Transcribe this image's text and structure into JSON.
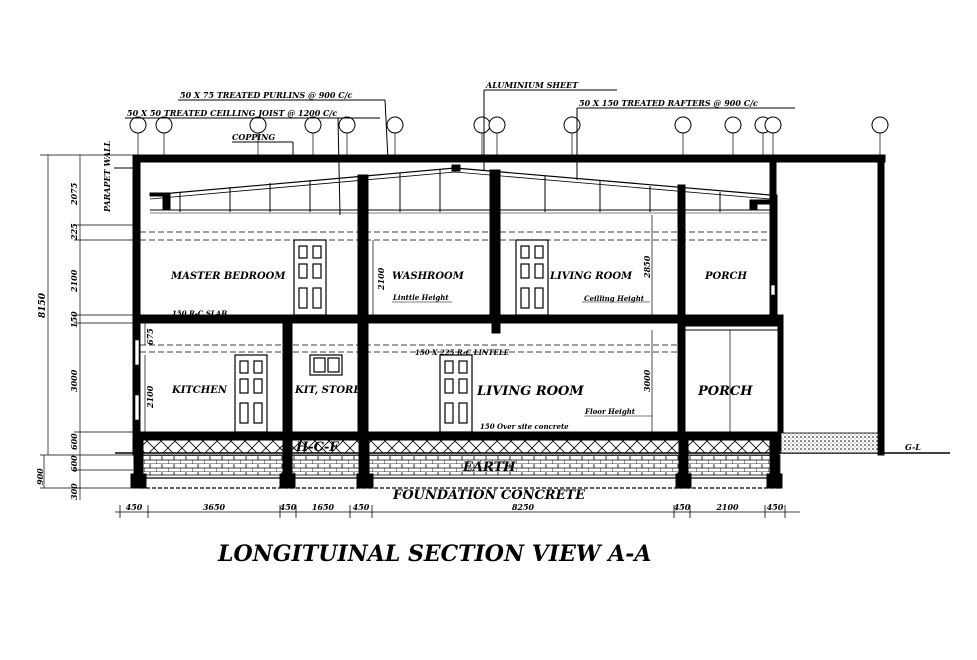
{
  "title": "LONGITUINAL SECTION VIEW A-A",
  "callouts": {
    "purlins": "50 X 75 TREATED PURLINS @ 900 C/c",
    "joist": "50 X 50 TREATED CEILLING JOIST @ 1200 C/c",
    "copping": "COPPING",
    "aluminium": "ALUMINIUM SHEET",
    "rafters": "50 X 150 TREATED RAFTERS @ 900 C/c",
    "parapet": "PARAPET WALL"
  },
  "rooms": {
    "master_bedroom": "MASTER BEDROOM",
    "washroom": "WASHROOM",
    "living_upper": "LIVING ROOM",
    "porch_upper": "PORCH",
    "kitchen": "KITCHEN",
    "kit_store": "KIT, STORE",
    "living_lower": "LIVING ROOM",
    "porch_lower": "PORCH"
  },
  "notes": {
    "slab": "150 R-C SLAB",
    "lintel": "150 X 225 R-C LINTELE",
    "lintel_height": "Linttle Height",
    "ceiling_height": "Ceilling Height",
    "floor_height": "Floor Height",
    "oversite": "150 Over site concrete",
    "hcf": "H-C-F",
    "earth": "EARTH",
    "foundation": "FOUNDATION CONCRETE",
    "gl": "G-L"
  },
  "dims_left": {
    "total": "8150",
    "d2075": "2075",
    "d225": "225",
    "d2100a": "2100",
    "d150": "150",
    "d3000": "3000",
    "d600a": "600",
    "d600b": "600",
    "d900": "900",
    "d300": "300"
  },
  "dims_inner": {
    "d675": "675",
    "d2100_kitchen": "2100",
    "d2100_wash": "2100",
    "d2850": "2850",
    "d3000_living": "3000"
  },
  "dims_bottom": [
    "450",
    "3650",
    "450",
    "1650",
    "450",
    "8250",
    "450",
    "2100",
    "450"
  ],
  "grid_marker_count": 15
}
